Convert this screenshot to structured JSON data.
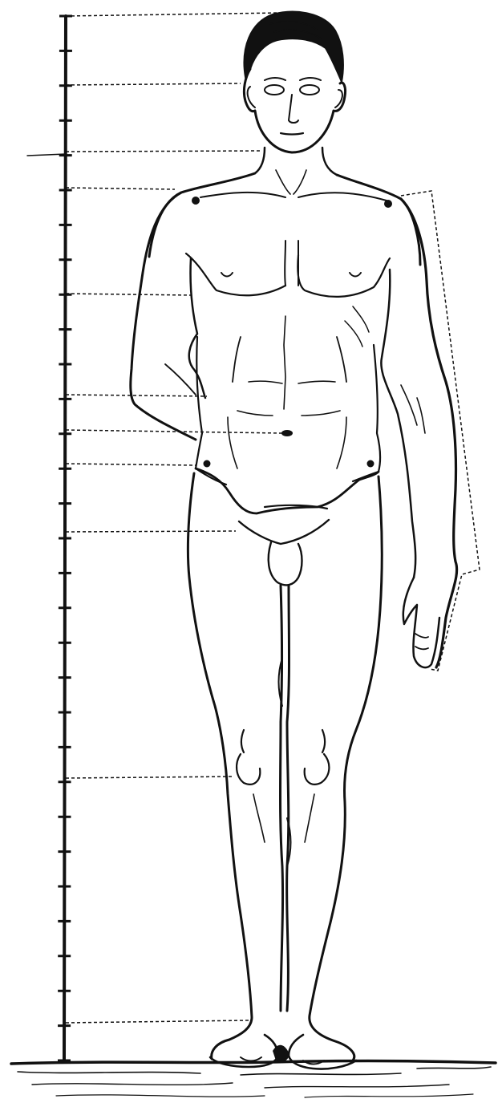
{
  "figure": {
    "kind": "anatomical-proportion-drawing",
    "subject": "standing-male-figure-front-view",
    "ink_color": "#111111",
    "paper_color": "#ffffff",
    "measuring_rod": {
      "orientation": "vertical",
      "tick_count": 31,
      "labels": []
    },
    "landmark_dots": [
      "left-shoulder",
      "right-shoulder",
      "left-hip",
      "right-hip"
    ],
    "dashed_guides": [
      "top-of-head",
      "eye-level",
      "chin",
      "shoulder",
      "nipple-line",
      "elbow",
      "navel",
      "hip",
      "crotch",
      "knee",
      "ankle",
      "arm-length-outline"
    ]
  }
}
